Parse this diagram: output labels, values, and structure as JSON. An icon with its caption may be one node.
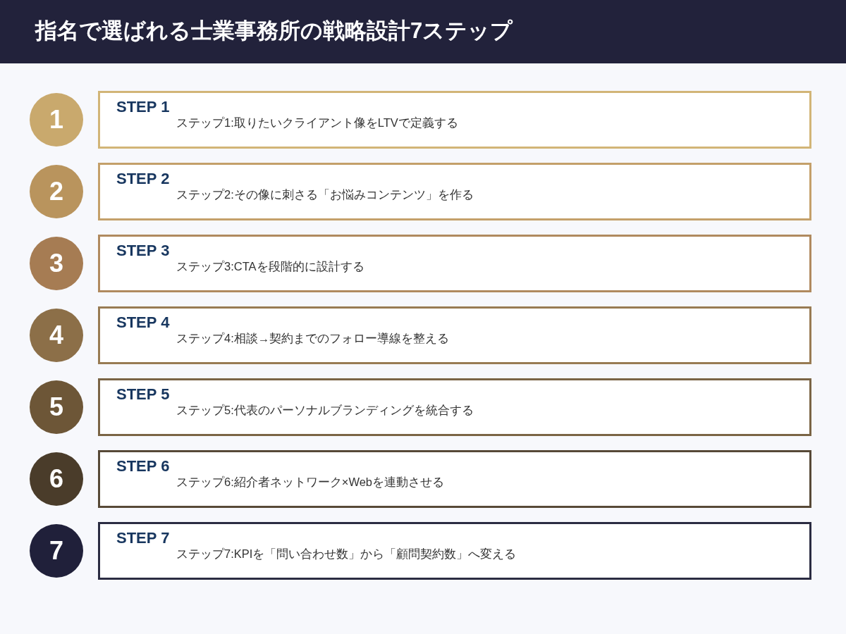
{
  "diagram": {
    "title": "指名で選ばれる士業事務所の戦略設計7ステップ",
    "nodes": [
      {
        "text": [
          "1"
        ]
      },
      {
        "text": [
          "STEP 1",
          "ステップ1:取りたいクライアント像をLTVで定義する"
        ]
      },
      {
        "text": [
          "2"
        ]
      },
      {
        "text": [
          "STEP 2",
          "ステップ2:その像に刺さる「お悩みコンテンツ」を作る"
        ]
      },
      {
        "text": [
          "3"
        ]
      },
      {
        "text": [
          "STEP 3",
          "ステップ3:CTAを段階的に設計する"
        ]
      },
      {
        "text": [
          "4"
        ]
      },
      {
        "text": [
          "STEP 4",
          "ステップ4:相談→契約までのフォロー導線を整える"
        ]
      },
      {
        "text": [
          "5"
        ]
      },
      {
        "text": [
          "STEP 5",
          "ステップ5:代表のパーソナルブランディングを統合する"
        ]
      },
      {
        "text": [
          "6"
        ]
      },
      {
        "text": [
          "STEP 6",
          "ステップ6:紹介者ネットワーク×Webを連動させる"
        ]
      },
      {
        "text": [
          "7"
        ]
      },
      {
        "text": [
          "STEP 7",
          "ステップ7:KPIを「問い合わせ数」から「顧問契約数」へ変える"
        ]
      }
    ]
  }
}
